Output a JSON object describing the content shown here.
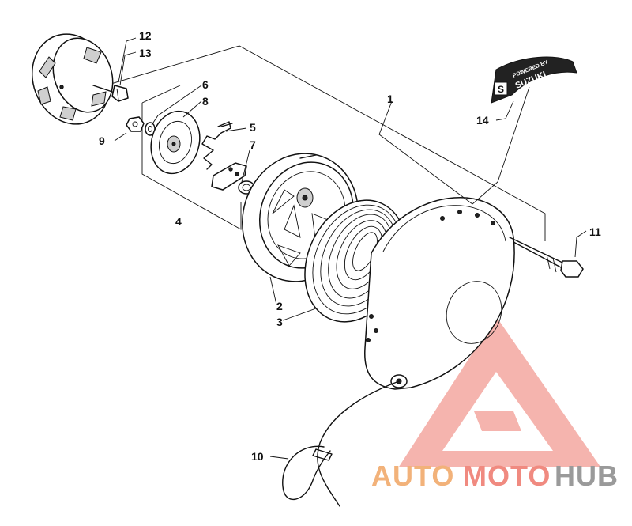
{
  "diagram": {
    "part_labels": [
      {
        "id": "p1",
        "text": "1"
      },
      {
        "id": "p2",
        "text": "2"
      },
      {
        "id": "p3",
        "text": "3"
      },
      {
        "id": "p4",
        "text": "4"
      },
      {
        "id": "p5",
        "text": "5"
      },
      {
        "id": "p6",
        "text": "6"
      },
      {
        "id": "p7",
        "text": "7"
      },
      {
        "id": "p8",
        "text": "8"
      },
      {
        "id": "p9",
        "text": "9"
      },
      {
        "id": "p10",
        "text": "10"
      },
      {
        "id": "p11",
        "text": "11"
      },
      {
        "id": "p12",
        "text": "12"
      },
      {
        "id": "p13",
        "text": "13"
      },
      {
        "id": "p14",
        "text": "14"
      }
    ],
    "decal": {
      "line1": "POWERED BY",
      "brand": "SUZUKI",
      "logo_letter": "S"
    }
  },
  "watermark": {
    "word_auto": "AUTO",
    "word_moto": "MOTO",
    "word_hub": "HUB",
    "colors": {
      "auto": "#f2b27a",
      "moto": "#f08a80",
      "hub": "#9a9a9a",
      "triangle": "#f08a80"
    }
  }
}
